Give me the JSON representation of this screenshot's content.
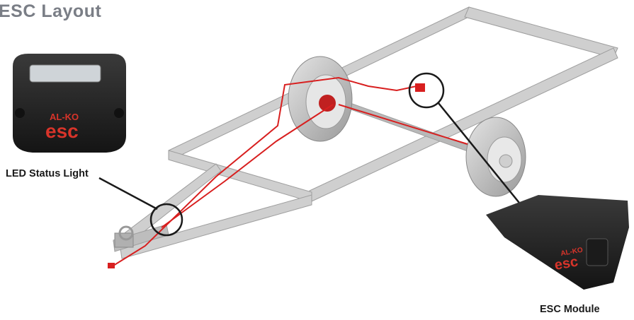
{
  "title": "ESC Layout",
  "callouts": {
    "led_label": "LED Status Light",
    "esc_label": "ESC Module"
  },
  "logo": {
    "brand": "AL-KO",
    "product": "esc"
  },
  "colors": {
    "title": "#7a7e86",
    "frame": "#c4c4c4",
    "wire": "#d81f1f",
    "device_body": "#2a2a2a"
  }
}
